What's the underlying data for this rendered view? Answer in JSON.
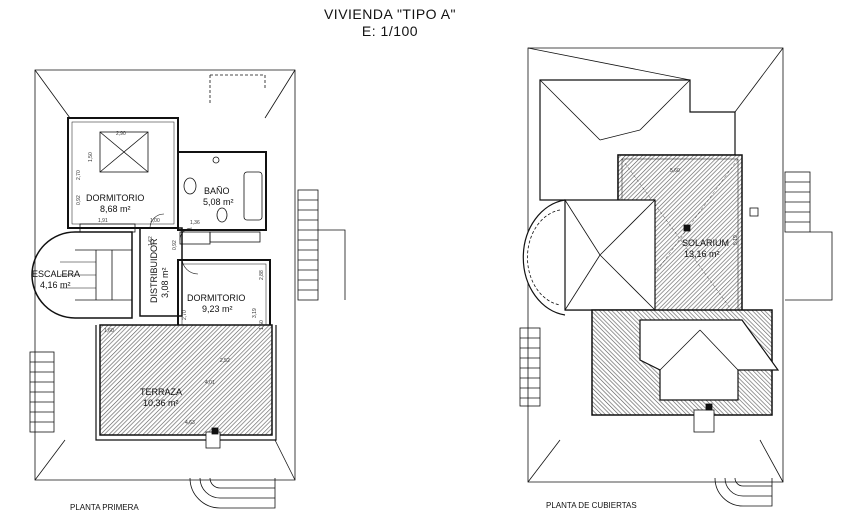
{
  "header": {
    "title": "VIVIENDA \"TIPO A\"",
    "scale": "E: 1/100"
  },
  "planta_primera": {
    "caption": "PLANTA PRIMERA",
    "rooms": {
      "dormitorio1": {
        "name": "DORMITORIO",
        "area": "8,68 m²"
      },
      "bano": {
        "name": "BAÑO",
        "area": "5,08 m²"
      },
      "escalera": {
        "name": "ESCALERA",
        "area": "4,16 m²"
      },
      "distribuidor": {
        "name": "DISTRIBUIDOR",
        "area": "3,08 m²"
      },
      "dormitorio2": {
        "name": "DORMITORIO",
        "area": "9,23 m²"
      },
      "terraza": {
        "name": "TERRAZA",
        "area": "10,36 m²"
      }
    },
    "dims": [
      "2,90",
      "1,91",
      "1,00",
      "1,36",
      "2,70",
      "0,92",
      "1,50",
      "0,92",
      "2,70",
      "3,19",
      "1,50",
      "2,52",
      "2,88",
      "4,01",
      "4,63",
      "1,60",
      "1,62"
    ]
  },
  "planta_cubiertas": {
    "caption": "PLANTA DE CUBIERTAS",
    "solarium": {
      "name": "SOLARIUM",
      "area": "13,16 m²"
    },
    "dims": [
      "5,60",
      "5,19"
    ]
  },
  "colors": {
    "line": "#111111",
    "hatch": "#555555",
    "paper": "#ffffff"
  }
}
